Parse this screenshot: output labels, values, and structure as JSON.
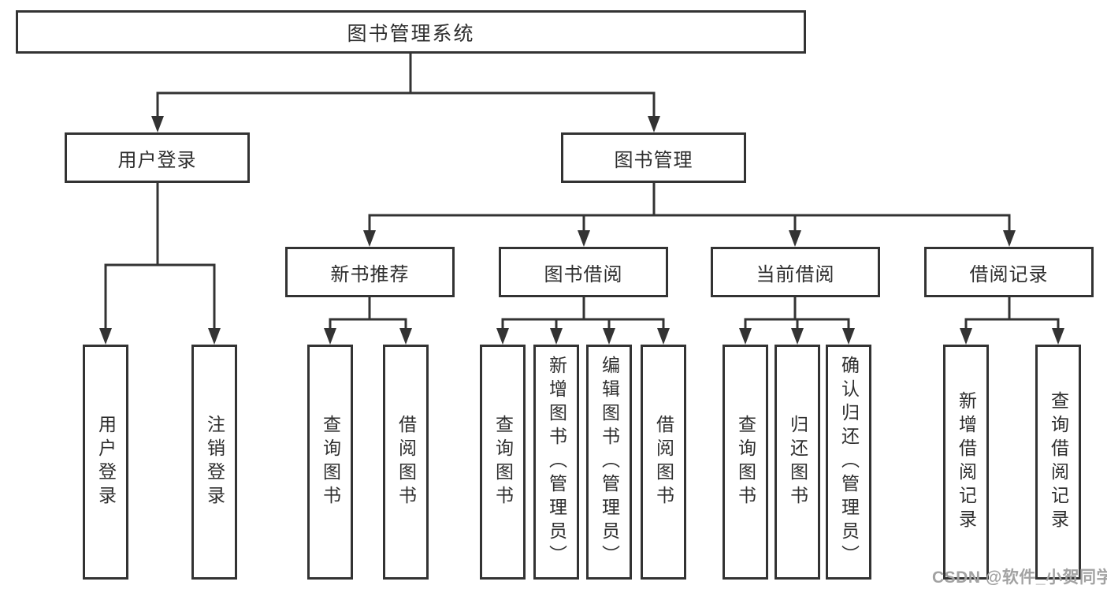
{
  "diagram": {
    "title": "图书管理系统",
    "tree": {
      "label": "图书管理系统",
      "children": [
        {
          "label": "用户登录",
          "children": [
            {
              "label": "用户登录"
            },
            {
              "label": "注销登录"
            }
          ]
        },
        {
          "label": "图书管理",
          "children": [
            {
              "label": "新书推荐",
              "children": [
                {
                  "label": "查询图书"
                },
                {
                  "label": "借阅图书"
                }
              ]
            },
            {
              "label": "图书借阅",
              "children": [
                {
                  "label": "查询图书"
                },
                {
                  "label": "新增图书（管理员）"
                },
                {
                  "label": "编辑图书（管理员）"
                },
                {
                  "label": "借阅图书"
                }
              ]
            },
            {
              "label": "当前借阅",
              "children": [
                {
                  "label": "查询图书"
                },
                {
                  "label": "归还图书"
                },
                {
                  "label": "确认归还（管理员）"
                }
              ]
            },
            {
              "label": "借阅记录",
              "children": [
                {
                  "label": "新增借阅记录"
                },
                {
                  "label": "查询借阅记录"
                }
              ]
            }
          ]
        }
      ]
    },
    "colors": {
      "line": "#333333",
      "box_border": "#333333",
      "text": "#2e2e2e",
      "background": "#ffffff"
    }
  },
  "watermark": {
    "text": "CSDN @软件_小贺同学",
    "color": "#a2a2a2"
  }
}
